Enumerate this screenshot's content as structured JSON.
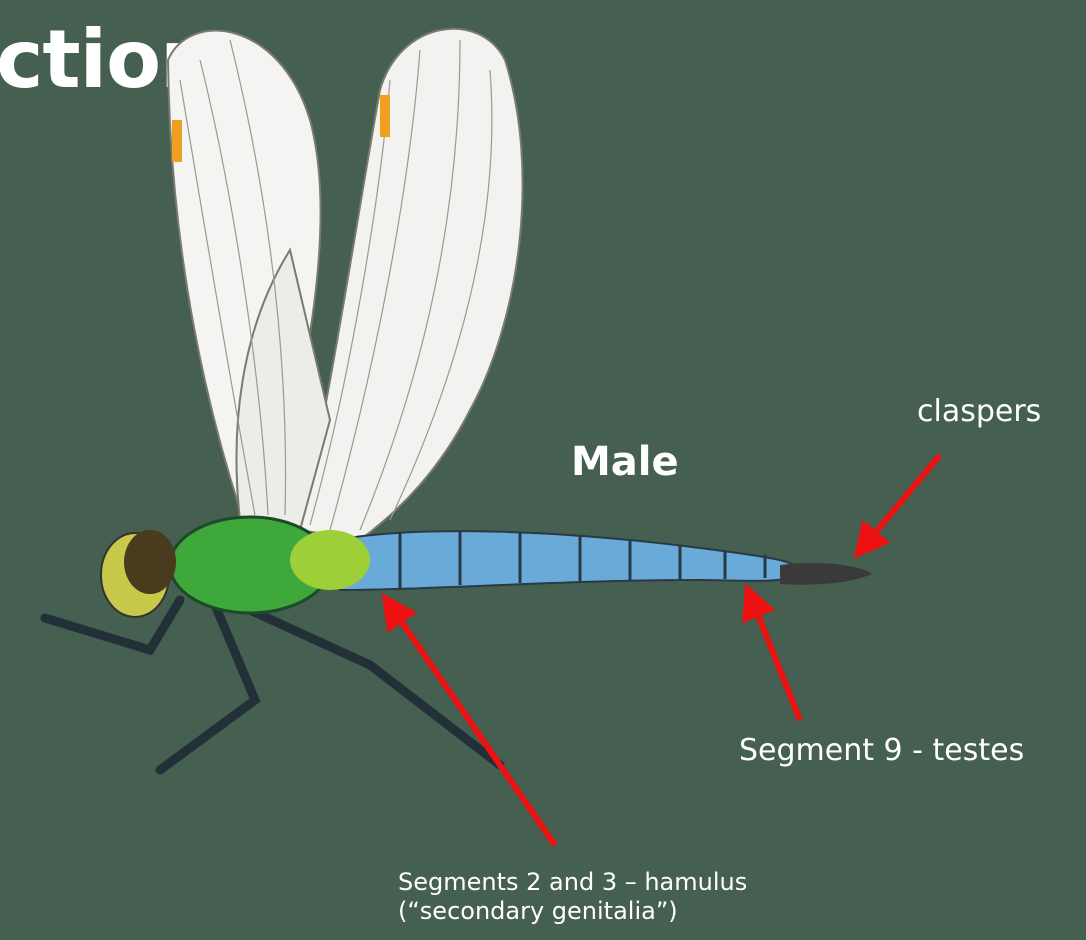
{
  "title_fragment": "ction",
  "labels": {
    "male": "Male",
    "claspers": "claspers",
    "segment9": "Segment 9 - testes",
    "segments23_line1": "Segments 2 and 3 – hamulus",
    "segments23_line2": "(“secondary genitalia”)"
  },
  "colors": {
    "background": "#455f50",
    "arrow": "#ee1111",
    "wing": "#f4f4f2",
    "thorax": "#3fa83a",
    "abdomen": "#6aaad8",
    "eye": "#c8b24a"
  },
  "icons": [
    "dragonfly-illustration",
    "arrow-icon"
  ]
}
